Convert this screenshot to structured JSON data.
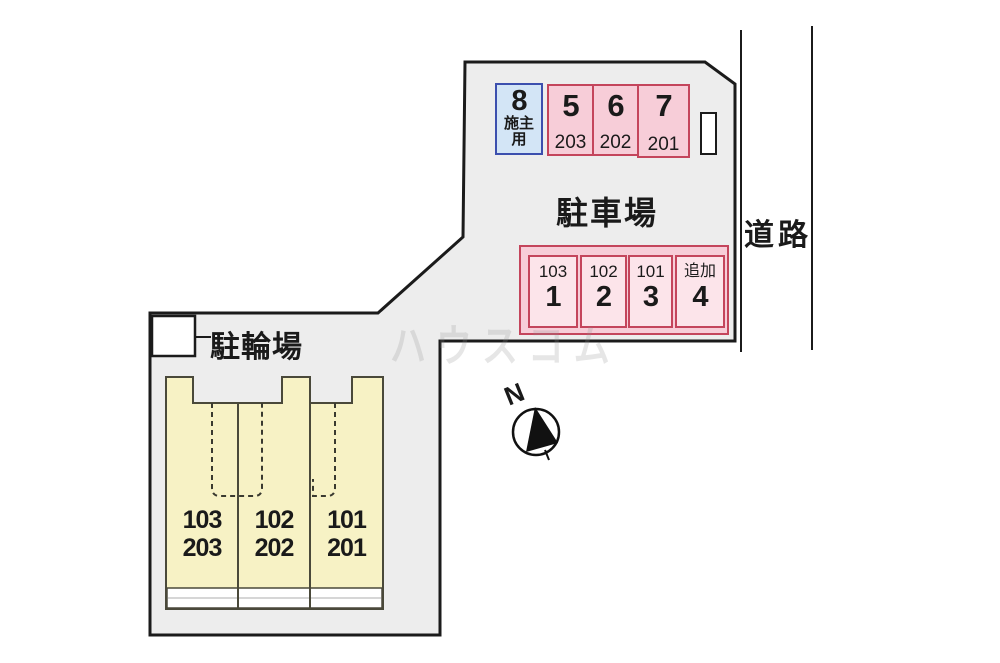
{
  "watermark": "ハウスコム",
  "areas": {
    "parking_label": "駐車場",
    "bicycle_label": "駐輪場",
    "road_label": "道路"
  },
  "compass": {
    "north_label": "N"
  },
  "parking": {
    "owner_space": {
      "number": "8",
      "note": "施主用"
    },
    "upper_row": [
      {
        "number": "5",
        "unit": "203"
      },
      {
        "number": "6",
        "unit": "202"
      },
      {
        "number": "7",
        "unit": "201"
      }
    ],
    "lower_row": [
      {
        "unit": "103",
        "number": "1"
      },
      {
        "unit": "102",
        "number": "2"
      },
      {
        "unit": "101",
        "number": "3"
      },
      {
        "unit": "追加",
        "number": "4"
      }
    ]
  },
  "building": {
    "units": [
      {
        "line1": "103",
        "line2": "203"
      },
      {
        "line1": "102",
        "line2": "202"
      },
      {
        "line1": "101",
        "line2": "201"
      }
    ]
  },
  "colors": {
    "property_fill": "#ededed",
    "outline": "#1b1b1b",
    "pink_fill": "#f7cdd8",
    "pink_light": "#fce4ea",
    "red_border": "#c4455c",
    "blue_fill": "#d3e5f6",
    "blue_border": "#3c4fae",
    "building_fill": "#f7f2c5",
    "building_border": "#4a493a"
  }
}
